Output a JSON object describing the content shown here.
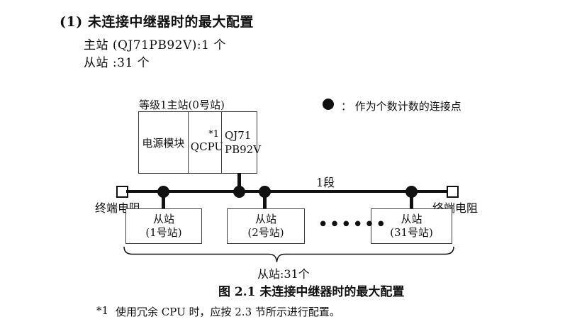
{
  "header": {
    "title": "(1) 未连接中继器时的最大配置",
    "master_count": "主站 (QJ71PB92V):1 个",
    "slave_count": "从站 :31 个"
  },
  "diagram": {
    "master": {
      "label": "等级1主站(0号站)",
      "cell_power": "电源模块",
      "cell_cpu": "QCPU",
      "cell_cpu_note": "*1",
      "cell_pb_line1": "QJ71",
      "cell_pb_line2": "PB92V"
    },
    "legend": {
      "label": "：  作为个数计数的连接点"
    },
    "segment_label": "1段",
    "terminator_left": "终端电阻",
    "terminator_right": "终端电阻",
    "slaves": [
      {
        "line1": "从站",
        "line2": "(1号站)"
      },
      {
        "line1": "从站",
        "line2": "(2号站)"
      },
      {
        "line1": "从站",
        "line2": "(31号站)"
      }
    ],
    "ellipsis": "••••••",
    "brace_label": "从站:31个"
  },
  "caption": "图 2.1 未连接中继器时的最大配置",
  "footnote": {
    "marker": "*1",
    "text": "使用冗余 CPU 时，应按 2.3 节所示进行配置。"
  },
  "colors": {
    "ink": "#111111",
    "box_border": "#3d3d3d",
    "background": "#ffffff"
  }
}
